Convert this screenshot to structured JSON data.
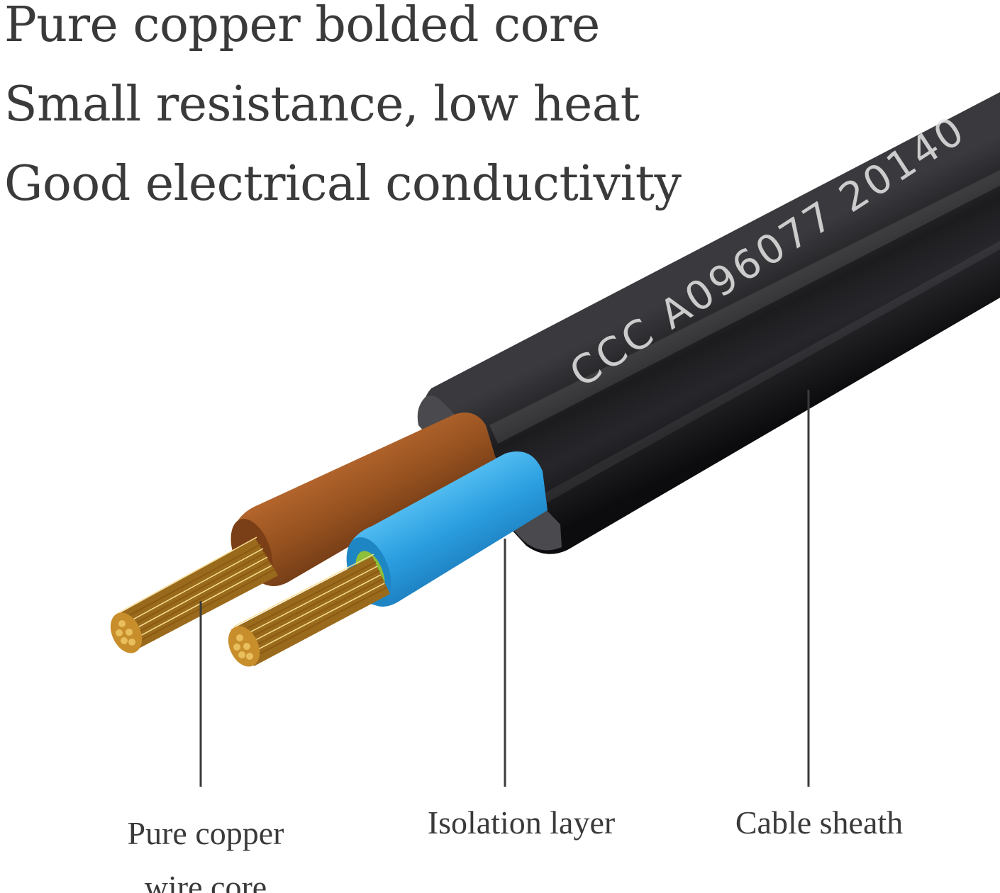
{
  "headlines": [
    "Pure copper bolded core",
    "Small resistance, low heat",
    "Good electrical conductivity"
  ],
  "cable_print": "CCC A096077 20140",
  "callouts": {
    "copper_core": "Pure copper wire core",
    "isolation": "Isolation layer",
    "sheath": "Cable sheath"
  },
  "colors": {
    "text": "#3a3a3a",
    "sheath": "#1b1b1d",
    "brown_insulation": "#8e4a1e",
    "blue_insulation": "#2a9ee0",
    "copper": "#d9a23a"
  }
}
